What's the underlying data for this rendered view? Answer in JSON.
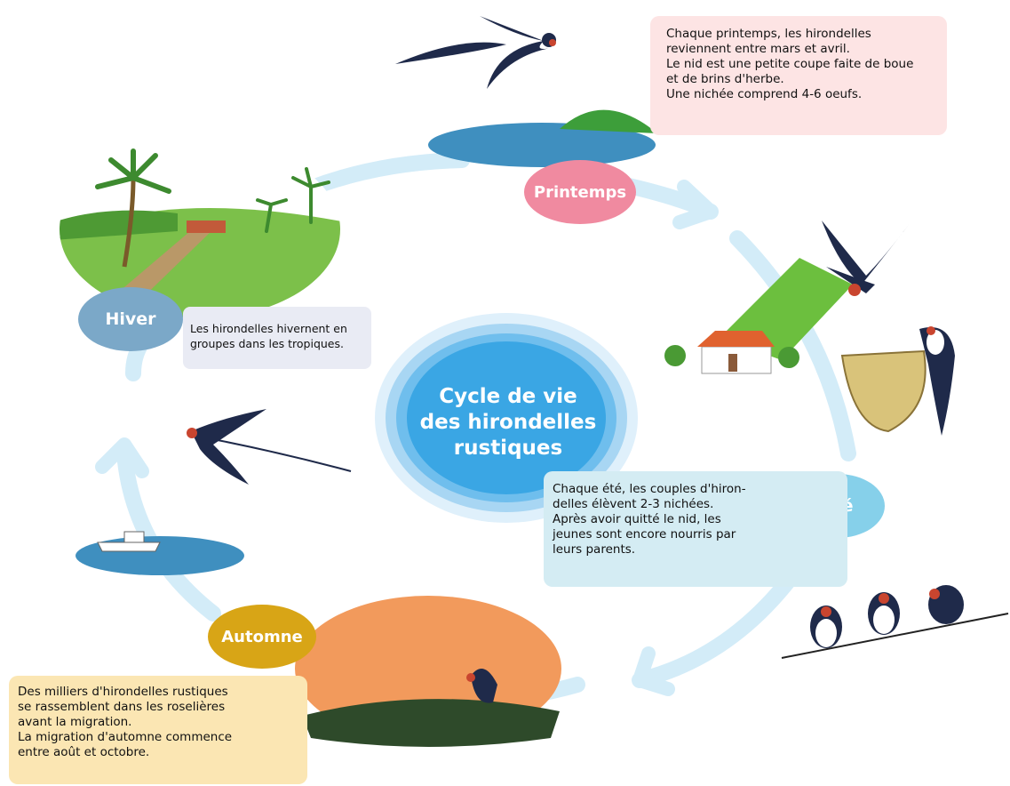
{
  "title": "Cycle de vie\ndes hirondelles\nrustiques",
  "seasons": {
    "spring": {
      "label": "Printemps",
      "text": "Chaque printemps, les hirondelles\nreviennent entre mars et avril.\nLe nid est une petite coupe faite de boue\net de brins d'herbe.\nUne nichée comprend 4-6 oeufs."
    },
    "summer": {
      "label": "Eté",
      "text": "Chaque été, les couples d'hiron-\ndelles élèvent 2-3 nichées.\nAprès avoir quitté le nid, les\njeunes sont encore nourris par\nleurs parents."
    },
    "autumn": {
      "label": "Automne",
      "text": "Des milliers d'hirondelles rustiques\nse rassemblent dans les roselières\navant la migration.\nLa migration d'automne commence\nentre août et octobre."
    },
    "winter": {
      "label": "Hiver",
      "text": "Les hirondelles hivernent en\ngroupes dans les tropiques."
    }
  },
  "colors": {
    "cycle_arrow": "#d3ecf8",
    "center_circle": "#3aa6e4",
    "spring_badge": "#f08aa0",
    "summer_badge": "#86d0ea",
    "autumn_badge": "#d8a516",
    "winter_badge": "#7ba8c8"
  },
  "icons": [
    "swallow-icon",
    "island-icon",
    "farm-house-icon",
    "nest-icon",
    "swallows-on-wire-icon",
    "reed-bed-icon",
    "boat-icon",
    "tropical-landscape-icon"
  ]
}
